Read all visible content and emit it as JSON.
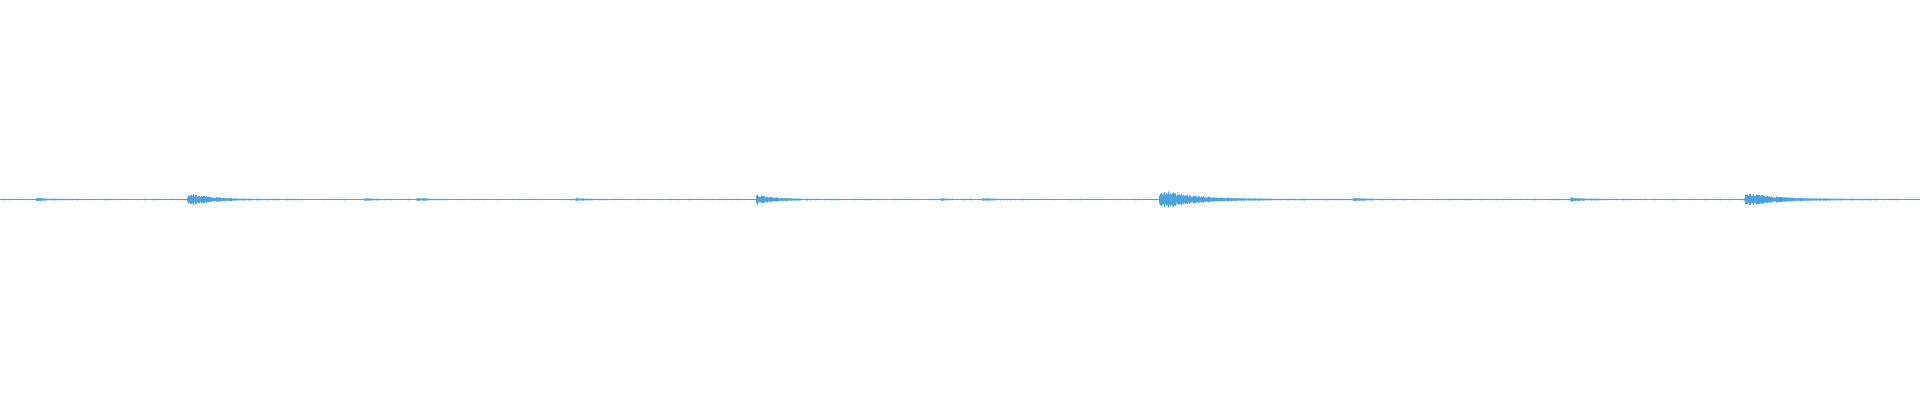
{
  "waveform": {
    "color": "#4aa3df",
    "background": "#ffffff",
    "bursts": [
      {
        "t": 0.019,
        "amp": 0.1,
        "decay": 0.006
      },
      {
        "t": 0.098,
        "amp": 0.45,
        "decay": 0.012
      },
      {
        "t": 0.19,
        "amp": 0.08,
        "decay": 0.004
      },
      {
        "t": 0.217,
        "amp": 0.08,
        "decay": 0.006
      },
      {
        "t": 0.3,
        "amp": 0.08,
        "decay": 0.005
      },
      {
        "t": 0.394,
        "amp": 0.35,
        "decay": 0.01
      },
      {
        "t": 0.49,
        "amp": 0.06,
        "decay": 0.004
      },
      {
        "t": 0.512,
        "amp": 0.1,
        "decay": 0.005
      },
      {
        "t": 0.604,
        "amp": 0.7,
        "decay": 0.018
      },
      {
        "t": 0.705,
        "amp": 0.1,
        "decay": 0.006
      },
      {
        "t": 0.818,
        "amp": 0.12,
        "decay": 0.008
      },
      {
        "t": 0.909,
        "amp": 0.45,
        "decay": 0.018
      }
    ]
  }
}
